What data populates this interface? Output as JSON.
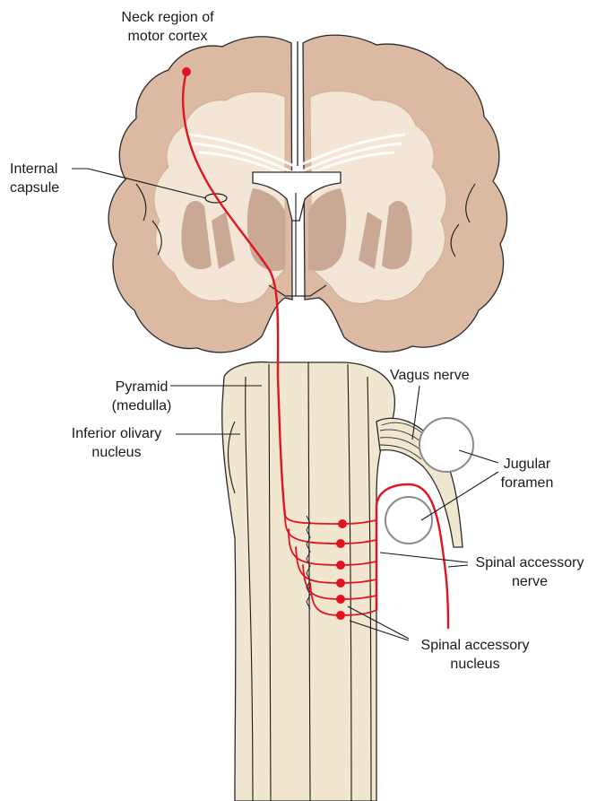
{
  "labels": {
    "neck_region_line1": "Neck region of",
    "neck_region_line2": "motor cortex",
    "internal_capsule_line1": "Internal",
    "internal_capsule_line2": "capsule",
    "pyramid_line1": "Pyramid",
    "pyramid_line2": "(medulla)",
    "inferior_olivary_line1": "Inferior olivary",
    "inferior_olivary_line2": "nucleus",
    "vagus_nerve": "Vagus nerve",
    "jugular_foramen_line1": "Jugular",
    "jugular_foramen_line2": "foramen",
    "spinal_accessory_nerve_line1": "Spinal accessory",
    "spinal_accessory_nerve_line2": "nerve",
    "spinal_accessory_nucleus_line1": "Spinal accessory",
    "spinal_accessory_nucleus_line2": "nucleus"
  },
  "colors": {
    "cortex_gray_matter": "#dcb9a3",
    "white_matter": "#f3e6d6",
    "deep_nuclei": "#c9a995",
    "brainstem": "#f1e6cf",
    "motor_tract": "#e1141f"
  }
}
